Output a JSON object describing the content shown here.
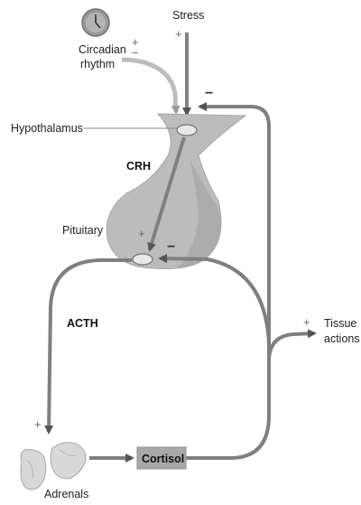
{
  "nodes": {
    "stress": "Stress",
    "circadian_line1": "Circadian",
    "circadian_line2": "rhythm",
    "hypothalamus": "Hypothalamus",
    "crh": "CRH",
    "pituitary": "Pituitary",
    "acth": "ACTH",
    "tissue_line1": "Tissue",
    "tissue_line2": "actions",
    "cortisol": "Cortisol",
    "adrenals": "Adrenals"
  },
  "signs": {
    "stress": "+",
    "circadian_plus": "+",
    "circadian_minus": "−",
    "hypothalamus_feedback": "−",
    "pituitary_plus": "+",
    "pituitary_feedback": "−",
    "adrenals": "+",
    "tissue": "+"
  },
  "colors": {
    "arrow_dark": "#7f7f7f",
    "arrow_light": "#bdbdbd",
    "gland_light": "#bcbcbc",
    "gland_dark": "#8f8f8f",
    "cortisol_box": "#a8a8a8",
    "adrenal_fill": "#d8d8d8"
  }
}
